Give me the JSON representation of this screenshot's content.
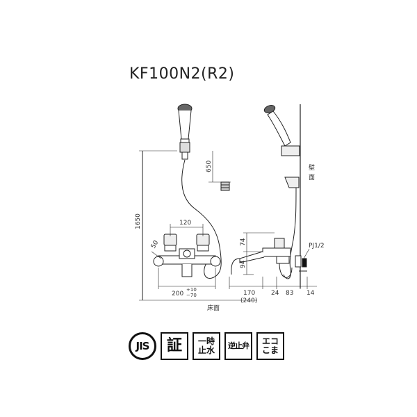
{
  "title": "KF100N2(R2)",
  "dimensions": {
    "height_total": "1650",
    "hook_height": "650",
    "handle_spacing": "120",
    "left_offset": "50",
    "pitch": "200",
    "pitch_tolerance_top": "+10",
    "pitch_tolerance_bottom": "−70",
    "side_upper": "74",
    "side_lower": "94",
    "spout": "170",
    "spout_total": "(240)",
    "d24": "24",
    "d83": "83",
    "d14": "14"
  },
  "labels": {
    "floor": "床面",
    "wall_1": "壁",
    "wall_2": "面",
    "pj": "PJ1/2"
  },
  "badges": {
    "jis": "JIS",
    "certified": "証",
    "stop_line1": "一時",
    "stop_line2": "止水",
    "check_valve": "逆止弁",
    "eco_line1": "エコ",
    "eco_line2": "こま"
  },
  "icons": [
    "jis-mark-icon",
    "certification-icon",
    "temporary-stop-icon",
    "check-valve-icon",
    "eco-disc-icon"
  ]
}
